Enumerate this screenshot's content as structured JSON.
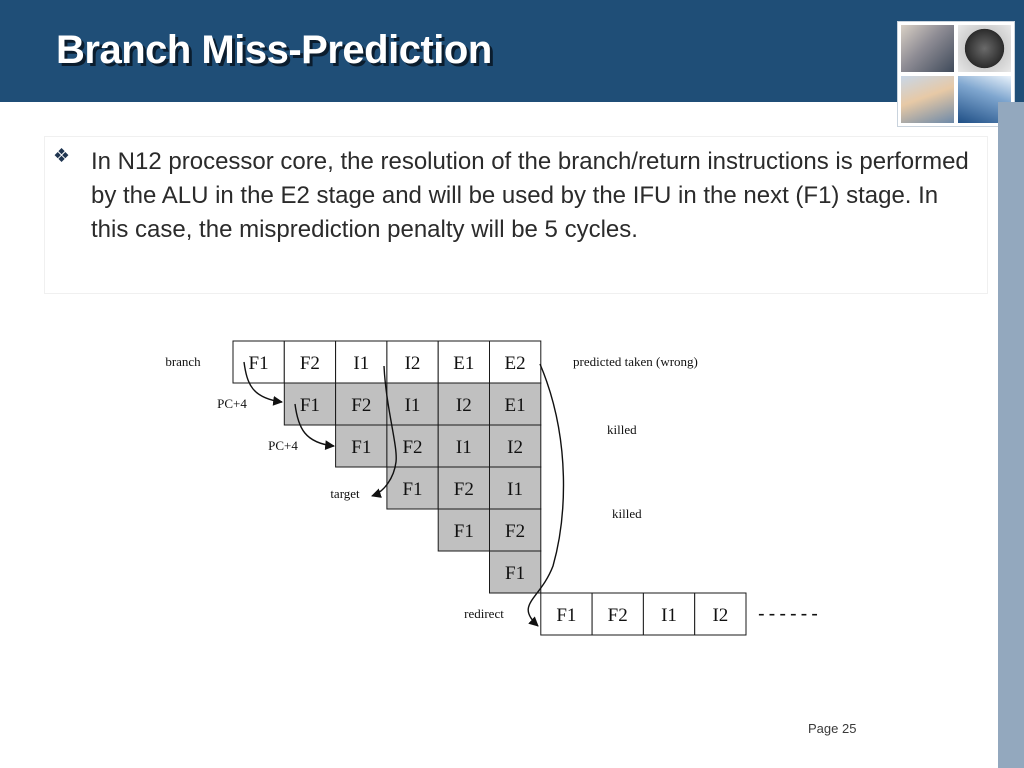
{
  "slide": {
    "title": "Branch Miss-Prediction",
    "bullet_text": "In N12 processor core, the resolution of the branch/return instructions is performed by the ALU in the E2 stage and will be used by the IFU in the next (F1) stage.  In this case, the misprediction penalty will be 5 cycles.",
    "page_number": "Page 25"
  },
  "diagram": {
    "rows": [
      {
        "label": "branch",
        "start": 0,
        "shaded": false,
        "stages": [
          "F1",
          "F2",
          "I1",
          "I2",
          "E1",
          "E2"
        ]
      },
      {
        "label": "PC+4",
        "start": 1,
        "shaded": true,
        "stages": [
          "F1",
          "F2",
          "I1",
          "I2",
          "E1"
        ]
      },
      {
        "label": "PC+4",
        "start": 2,
        "shaded": true,
        "stages": [
          "F1",
          "F2",
          "I1",
          "I2"
        ]
      },
      {
        "label": "target",
        "start": 3,
        "shaded": true,
        "stages": [
          "F1",
          "F2",
          "I1"
        ]
      },
      {
        "label": "",
        "start": 4,
        "shaded": true,
        "stages": [
          "F1",
          "F2"
        ]
      },
      {
        "label": "",
        "start": 5,
        "shaded": true,
        "stages": [
          "F1"
        ]
      },
      {
        "label": "redirect",
        "start": 6,
        "shaded": false,
        "stages": [
          "F1",
          "F2",
          "I1",
          "I2"
        ]
      }
    ],
    "annotations": {
      "predicted": "predicted taken (wrong)",
      "killed": [
        "killed",
        "killed"
      ],
      "continuation": "------"
    },
    "colors": {
      "shaded_cell": "#c0c0c0",
      "cell_border": "#1a1a1a",
      "title_bar": "#1f4e77"
    }
  }
}
